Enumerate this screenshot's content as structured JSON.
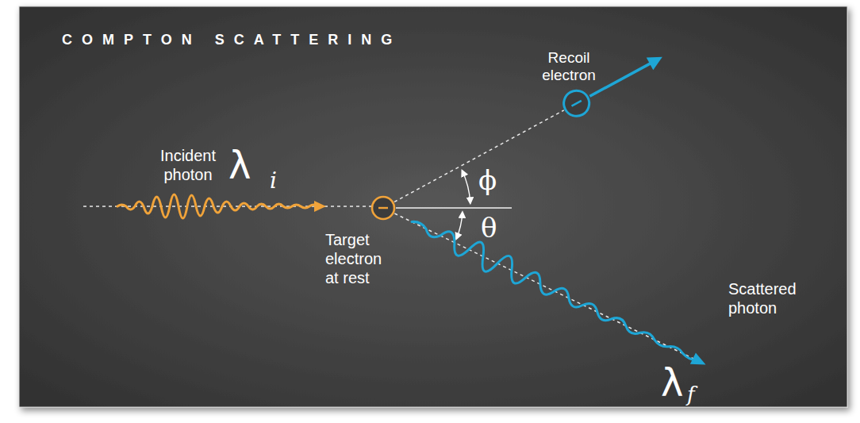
{
  "diagram": {
    "title": "COMPTON SCATTERING",
    "labels": [
      "Incident photon",
      "λ",
      "i",
      "Target electron at rest",
      "Recoil electron",
      "ϕ",
      "θ",
      "Scattered photon",
      "λ",
      "f"
    ]
  }
}
